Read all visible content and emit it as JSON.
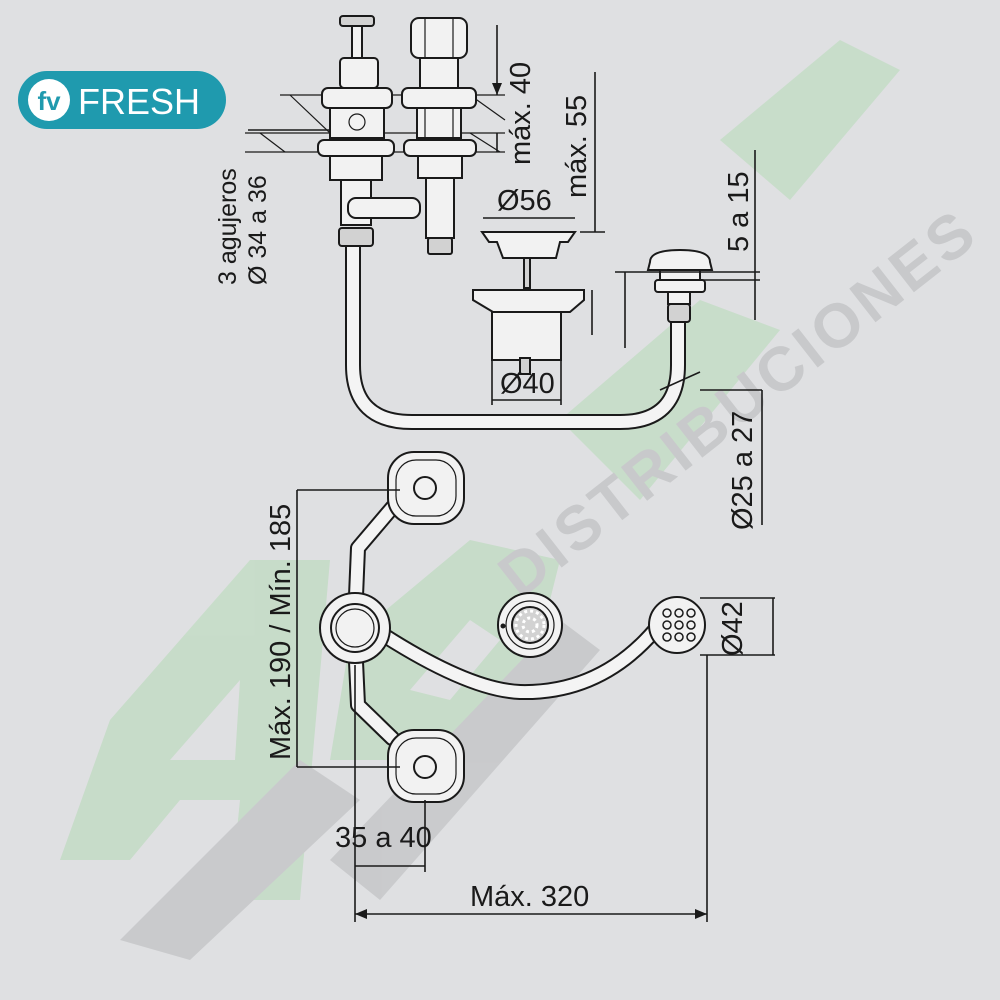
{
  "brand": {
    "logo_text": "FRESH",
    "logo_mark": "fv",
    "color": "#1f9aae"
  },
  "watermark": {
    "letters": "ADR",
    "text": "DISTRIBUCIONES",
    "green": "#c6dcc8",
    "grey": "#c8c9cb"
  },
  "labels": {
    "holes": "3 agujeros",
    "holes_diameter": "Ø 34 a 36",
    "max40": "máx. 40",
    "max55": "máx. 55",
    "d56": "Ø56",
    "d40": "Ø40",
    "range5_15": "5 a 15",
    "d25_27": "Ø25 a 27",
    "height": "Máx. 190 / Mín. 185",
    "d42": "Ø42",
    "spacing": "35 a 40",
    "max320": "Máx. 320"
  }
}
